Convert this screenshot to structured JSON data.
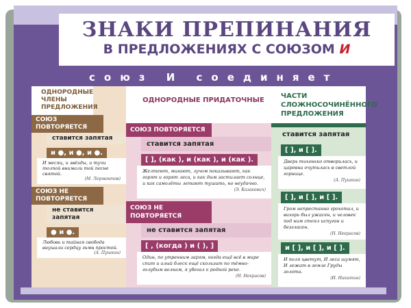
{
  "title": {
    "line1": "ЗНАКИ ПРЕПИНАНИЯ",
    "line2": "В ПРЕДЛОЖЕНИЯХ С СОЮЗОМ",
    "union": "И"
  },
  "strip": "союз И соединяет",
  "columns": [
    {
      "header": "ОДНОРОДНЫЕ ЧЛЕНЫ ПРЕДЛОЖЕНИЯ",
      "blocks": [
        {
          "case": "СОЮЗ ПОВТОРЯЕТСЯ",
          "rule": "ставится запятая",
          "formula": "и ●, и ●, и ●.",
          "example": "И месяц, и звёзды, и тучи толпой внимали той песне святой.",
          "source": "(М. Лермонтов)"
        },
        {
          "case": "СОЮЗ НЕ ПОВТОРЯЕТСЯ",
          "rule": "не ставится запятая",
          "formula": "● и ●.",
          "example": "Любовь и тайная свобода внушали сердцу гимн простой.",
          "source": "(А. Пушкин)"
        }
      ]
    },
    {
      "header": "ОДНОРОДНЫЕ ПРИДАТОЧНЫЕ",
      "blocks": [
        {
          "case": "СОЮЗ ПОВТОРЯЕТСЯ",
          "rule": "ставится запятая",
          "formula": "[ ], (как ), и (как ), и (как ).",
          "example": "Желтеют, мигают, лучом показывают, как горят и горят леса, и как дым застилает солнце, и как самолёты летают тушить, но неудачно.",
          "source": "(Э. Казакевич)"
        },
        {
          "case": "СОЮЗ НЕ ПОВТОРЯЕТСЯ",
          "rule": "не ставится запятая",
          "formula": "[ , (когда ) и ( ), ]",
          "example": "Один, по утренним зарям, когда ещё всё в мире спит и алый блеск ещё скользит по тёмно-голубым волнам, я убегал к родной реке.",
          "source": "(Н. Некрасов)"
        }
      ]
    },
    {
      "header": "ЧАСТИ СЛОЖНОСОЧИНЁННОГО ПРЕДЛОЖЕНИЯ",
      "rule": "ставится запятая",
      "blocks": [
        {
          "formula": "[ ], и [ ].",
          "example": "Дверь тихонько отворилась, и царевна очутилась в светлой горнице.",
          "source": "(А. Пушкин)"
        },
        {
          "formula": "[ ], и [ ], и [ ].",
          "example": "Гром непрестанно грохотал, и вихорь был ужасен, и человек под ним стоял испуган и безгласен.",
          "source": "(Н. Некрасов)"
        },
        {
          "formula": "и [ ], и [ ], и [ ].",
          "example": "И поля цветут, И леса шумят, И лежат в земле Груды золота.",
          "source": "(И. Никитин)"
        }
      ]
    }
  ],
  "colors": {
    "frame": "#6c5596",
    "brown": "#8c6844",
    "crimson": "#9b3b68",
    "green": "#2e6a4c",
    "red": "#c8202f"
  }
}
